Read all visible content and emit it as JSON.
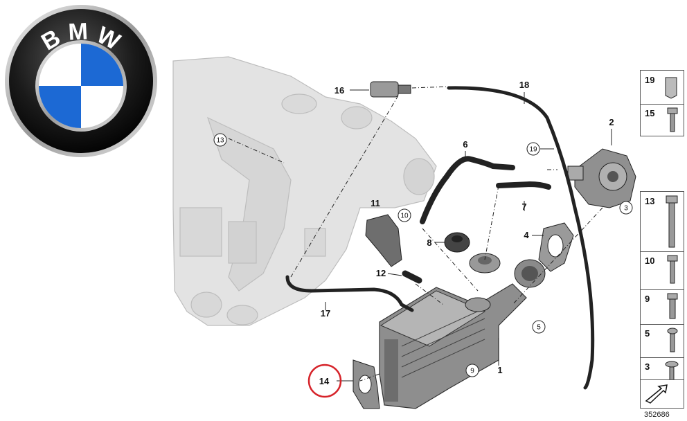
{
  "brand": {
    "logo_letters": [
      "B",
      "M",
      "W"
    ],
    "colors": {
      "blue": "#1c69d4",
      "ring": "#111111",
      "chrome": "#c9c9c9"
    }
  },
  "diagram": {
    "callouts": {
      "c1": "1",
      "c2": "2",
      "c3": "3",
      "c4": "4",
      "c5": "5",
      "c6": "6",
      "c7": "7",
      "c8": "8",
      "c9": "9",
      "c10": "10",
      "c11": "11",
      "c12": "12",
      "c13": "13",
      "c14": "14",
      "c16": "16",
      "c17": "17",
      "c18": "18",
      "c19": "19"
    },
    "highlight_color": "#d6232a"
  },
  "legend_panel": {
    "top_items": [
      "19",
      "15"
    ],
    "bottom_items": [
      "13",
      "10",
      "9",
      "5",
      "3"
    ]
  },
  "reference_number": "352686"
}
